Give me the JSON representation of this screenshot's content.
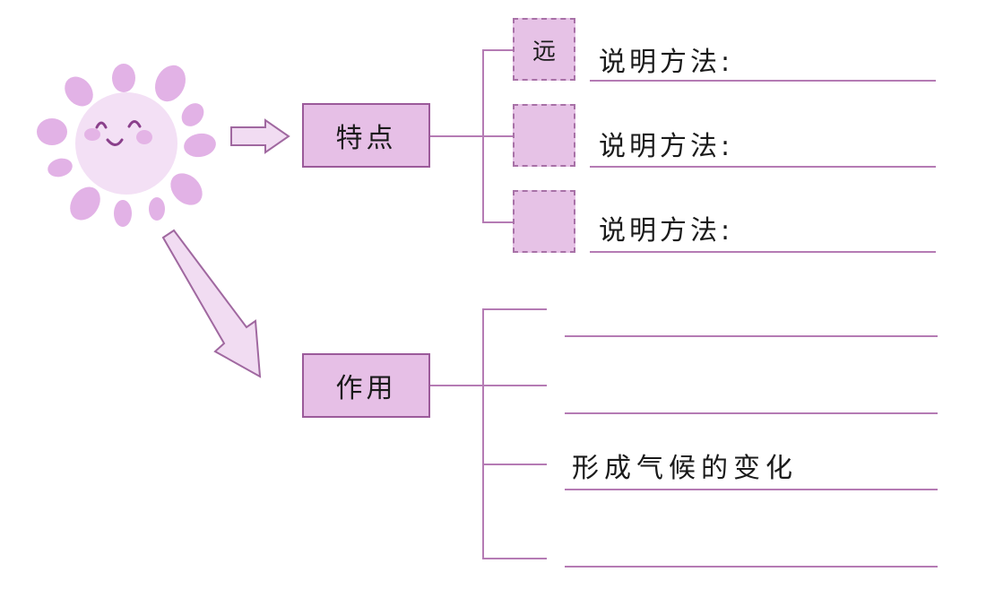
{
  "colors": {
    "accent": "#b57bb4",
    "box_fill": "#e6bfe6",
    "box_border": "#9b5a9a",
    "sun": "#e2b2e6"
  },
  "icons": {
    "sun": "smiling-sun-icon",
    "arrow_right": "hollow-arrow-right-icon",
    "arrow_diag": "hollow-arrow-down-right-icon"
  },
  "features": {
    "label": "特点",
    "items": [
      {
        "box_text": "远",
        "method_label": "说明方法:"
      },
      {
        "box_text": "",
        "method_label": "说明方法:"
      },
      {
        "box_text": "",
        "method_label": "说明方法:"
      }
    ]
  },
  "effects": {
    "label": "作用",
    "items": [
      {
        "text": ""
      },
      {
        "text": ""
      },
      {
        "text": "形成气候的变化"
      },
      {
        "text": ""
      }
    ]
  }
}
